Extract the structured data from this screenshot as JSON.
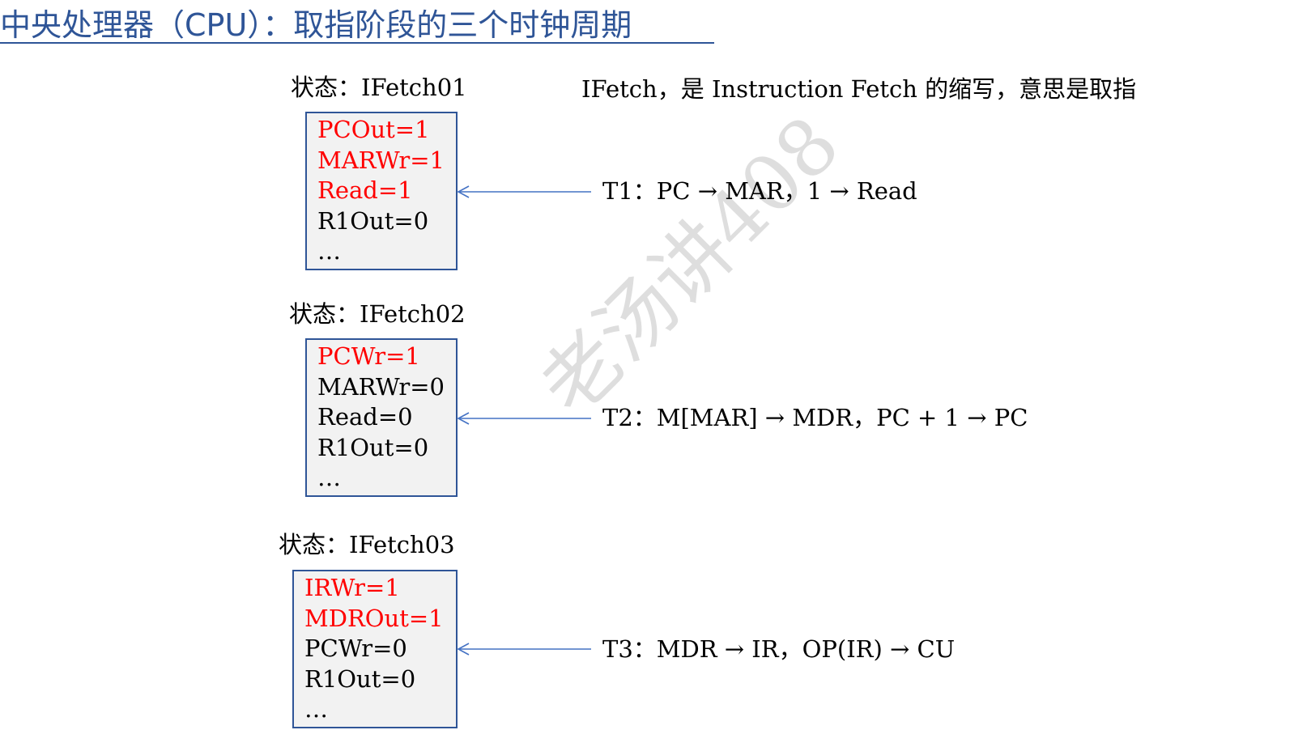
{
  "title": "中央处理器（CPU）：取指阶段的三个时钟周期",
  "note": "IFetch，是 Instruction Fetch 的缩写，意思是取指",
  "watermark": "老汤讲408",
  "states": [
    {
      "label": "状态：IFetch01",
      "signals": [
        {
          "text": "PCOut=1",
          "active": true
        },
        {
          "text": "MARWr=1",
          "active": true
        },
        {
          "text": "Read=1",
          "active": true
        },
        {
          "text": "R1Out=0",
          "active": false
        },
        {
          "text": "…",
          "active": false
        }
      ],
      "micro_op": "T1：PC → MAR，1 → Read"
    },
    {
      "label": "状态：IFetch02",
      "signals": [
        {
          "text": "PCWr=1",
          "active": true
        },
        {
          "text": "MARWr=0",
          "active": false
        },
        {
          "text": "Read=0",
          "active": false
        },
        {
          "text": "R1Out=0",
          "active": false
        },
        {
          "text": "…",
          "active": false
        }
      ],
      "micro_op": "T2：M[MAR] → MDR，PC + 1 → PC"
    },
    {
      "label": "状态：IFetch03",
      "signals": [
        {
          "text": "IRWr=1",
          "active": true
        },
        {
          "text": "MDROut=1",
          "active": true
        },
        {
          "text": "PCWr=0",
          "active": false
        },
        {
          "text": "R1Out=0",
          "active": false
        },
        {
          "text": "…",
          "active": false
        }
      ],
      "micro_op": "T3：MDR → IR，OP(IR) → CU"
    }
  ],
  "colors": {
    "title": "#2f5597",
    "active_signal": "#ff0000",
    "box_border": "#2f5597",
    "box_fill": "#f2f2f2",
    "arrow": "#4472c4"
  }
}
